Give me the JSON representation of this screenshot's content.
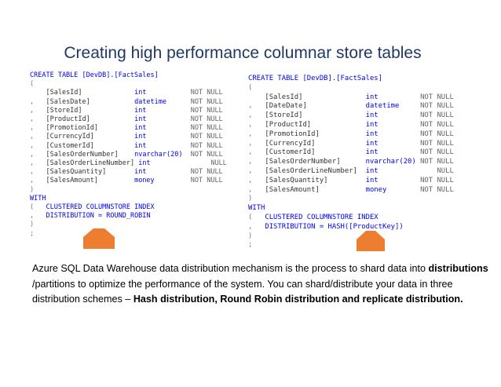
{
  "title": "Creating high performance columnar store tables",
  "left_code": {
    "create": "CREATE TABLE [DevDB].[FactSales]",
    "open_paren": "(",
    "columns": [
      {
        "prefix": "",
        "name": "[SalesId]",
        "type": "int",
        "nn": "NOT NULL"
      },
      {
        "prefix": ",",
        "name": "[SalesDate]",
        "type": "datetime",
        "nn": "NOT NULL"
      },
      {
        "prefix": ",",
        "name": "[StoreId]",
        "type": "int",
        "nn": "NOT NULL"
      },
      {
        "prefix": ",",
        "name": "[ProductId]",
        "type": "int",
        "nn": "NOT NULL"
      },
      {
        "prefix": ",",
        "name": "[PromotionId]",
        "type": "int",
        "nn": "NOT NULL"
      },
      {
        "prefix": ",",
        "name": "[CurrencyId]",
        "type": "int",
        "nn": "NOT NULL"
      },
      {
        "prefix": ",",
        "name": "[CustomerId]",
        "type": "int",
        "nn": "NOT NULL"
      },
      {
        "prefix": ",",
        "name": "[SalesOrderNumber]",
        "type": "nvarchar(20)",
        "nn": "NOT NULL"
      },
      {
        "prefix": ",",
        "name": "[SalesOrderLineNumber]",
        "type": "int",
        "nn": "NULL"
      },
      {
        "prefix": ",",
        "name": "[SalesQuantity]",
        "type": "int",
        "nn": "NOT NULL"
      },
      {
        "prefix": ",",
        "name": "[SalesAmount]",
        "type": "money",
        "nn": "NOT NULL"
      }
    ],
    "close_paren": ")",
    "with": "WITH",
    "with_opt1_prefix": "(",
    "with_opt1": "CLUSTERED COLUMNSTORE INDEX",
    "with_opt2_prefix": ",",
    "with_opt2": "DISTRIBUTION = ROUND_ROBIN",
    "with_close": ")",
    "semicolon": ";"
  },
  "right_code": {
    "create": "CREATE TABLE [DevDB].[FactSales]",
    "open_paren": "(",
    "columns": [
      {
        "prefix": "",
        "name": "[SalesId]",
        "type": "int",
        "nn": "NOT NULL"
      },
      {
        "prefix": ",",
        "name": "[DateDate]",
        "type": "datetime",
        "nn": "NOT NULL"
      },
      {
        "prefix": ",",
        "name": "[StoreId]",
        "type": "int",
        "nn": "NOT NULL"
      },
      {
        "prefix": ",",
        "name": "[ProductId]",
        "type": "int",
        "nn": "NOT NULL"
      },
      {
        "prefix": ",",
        "name": "[PromotionId]",
        "type": "int",
        "nn": "NOT NULL"
      },
      {
        "prefix": ",",
        "name": "[CurrencyId]",
        "type": "int",
        "nn": "NOT NULL"
      },
      {
        "prefix": ",",
        "name": "[CustomerId]",
        "type": "int",
        "nn": "NOT NULL"
      },
      {
        "prefix": ",",
        "name": "[SalesOrderNumber]",
        "type": "nvarchar(20)",
        "nn": "NOT NULL"
      },
      {
        "prefix": ",",
        "name": "[SalesOrderLineNumber]",
        "type": "int",
        "nn": "NULL"
      },
      {
        "prefix": ",",
        "name": "[SalesQuantity]",
        "type": "int",
        "nn": "NOT NULL"
      },
      {
        "prefix": ",",
        "name": "[SalesAmount]",
        "type": "money",
        "nn": "NOT NULL"
      }
    ],
    "close_paren": ")",
    "with": "WITH",
    "with_opt1_prefix": "(",
    "with_opt1": "CLUSTERED COLUMNSTORE INDEX",
    "with_opt2_prefix": ",",
    "with_opt2": "DISTRIBUTION = HASH([ProductKey])",
    "with_close": ")",
    "semicolon": ";"
  },
  "caption": {
    "p1": "Azure SQL Data Warehouse  data distribution mechanism is the process to shard data into ",
    "b1": "distributions ",
    "p2": "/partitions to optimize the performance of the system. You can shard/distribute your data in three distribution schemes – ",
    "b2": "Hash  distribution,   Round Robin distribution and replicate distribution."
  },
  "colors": {
    "title": "#1f3864",
    "keyword": "#0000ee",
    "arrow": "#ed7d31"
  }
}
